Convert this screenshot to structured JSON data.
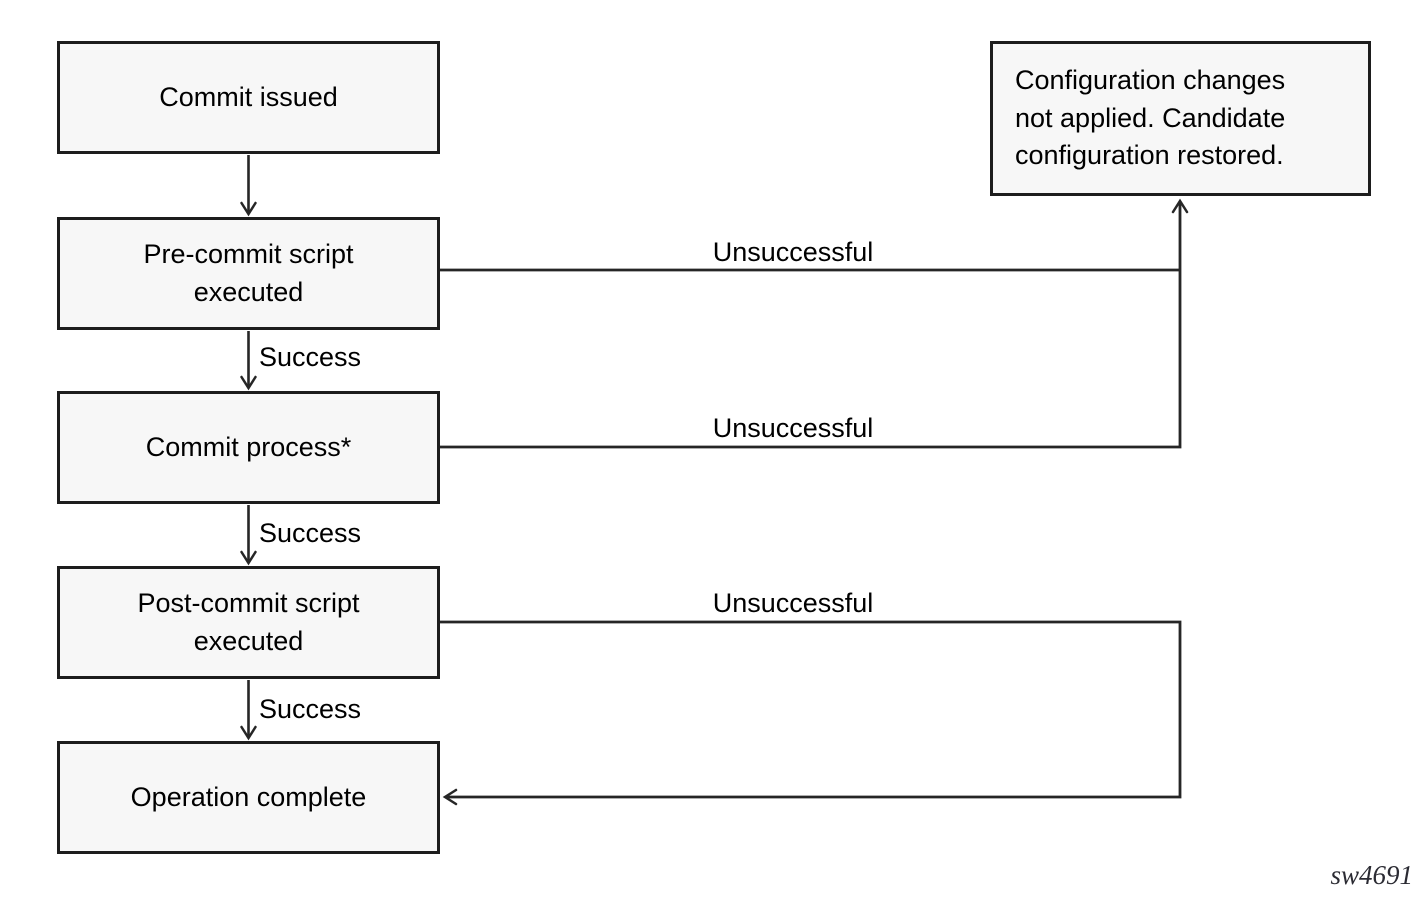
{
  "diagram": {
    "nodes": [
      {
        "id": "commit-issued",
        "label": "Commit issued"
      },
      {
        "id": "pre-commit-script",
        "label": "Pre-commit script\nexecuted"
      },
      {
        "id": "commit-process",
        "label": "Commit process*"
      },
      {
        "id": "post-commit-script",
        "label": "Post-commit script\nexecuted"
      },
      {
        "id": "operation-complete",
        "label": "Operation complete"
      },
      {
        "id": "config-restored",
        "label": "Configuration changes\nnot applied. Candidate\nconfiguration restored."
      }
    ],
    "edges": {
      "pre_commit_success": "Success",
      "commit_success": "Success",
      "post_commit_success": "Success",
      "pre_commit_fail": "Unsuccessful",
      "commit_fail": "Unsuccessful",
      "post_commit_fail": "Unsuccessful"
    },
    "figure_id": "sw4691",
    "colors": {
      "background": "#ffffff",
      "box_fill": "#f7f7f7",
      "box_border": "#1d1d1d",
      "line": "#262626",
      "text": "#000000"
    }
  }
}
